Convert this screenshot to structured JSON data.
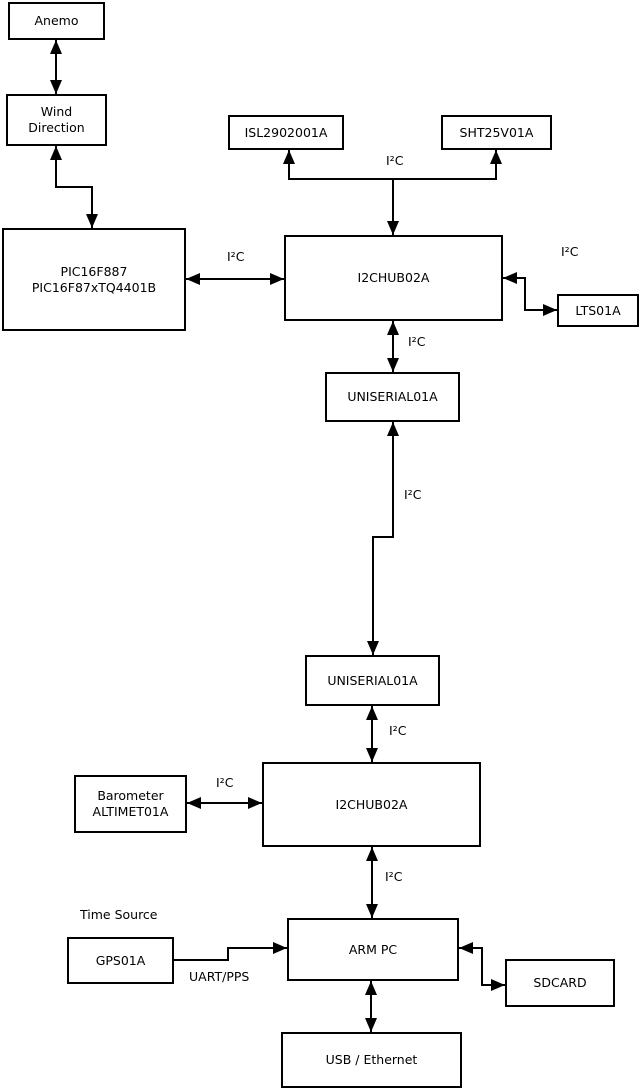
{
  "colors": {
    "background": "#ffffff",
    "line": "#000000",
    "box_fill": "#ffffff"
  },
  "nodes": {
    "anemo": {
      "label": "Anemo"
    },
    "wind_direction": {
      "label": "Wind\nDirection"
    },
    "pic": {
      "label": "PIC16F887\nPIC16F87xTQ4401B"
    },
    "isl": {
      "label": "ISL2902001A"
    },
    "sht": {
      "label": "SHT25V01A"
    },
    "i2chub_top": {
      "label": "I2CHUB02A"
    },
    "lts": {
      "label": "LTS01A"
    },
    "uniserial_top": {
      "label": "UNISERIAL01A"
    },
    "uniserial_bottom": {
      "label": "UNISERIAL01A"
    },
    "i2chub_bottom": {
      "label": "I2CHUB02A"
    },
    "barometer": {
      "label": "Barometer\nALTIMET01A"
    },
    "gps": {
      "label": "GPS01A"
    },
    "arm_pc": {
      "label": "ARM PC"
    },
    "sdcard": {
      "label": "SDCARD"
    },
    "usb_ethernet": {
      "label": "USB / Ethernet"
    }
  },
  "labels": {
    "i2c": "I²C",
    "time_source": "Time Source",
    "uart_pps": "UART/PPS"
  },
  "edges": [
    {
      "from": "anemo",
      "to": "wind_direction",
      "arrows": "both"
    },
    {
      "from": "wind_direction",
      "to": "pic",
      "arrows": "both"
    },
    {
      "from": "pic",
      "to": "i2chub_top",
      "arrows": "both",
      "label": "I²C"
    },
    {
      "from": "i2chub_top",
      "to": "isl",
      "arrows": "forward",
      "label": "I²C"
    },
    {
      "from": "i2chub_top",
      "to": "sht",
      "arrows": "forward",
      "label": "I²C"
    },
    {
      "from": "i2chub_top",
      "to": "lts",
      "arrows": "both",
      "label": "I²C"
    },
    {
      "from": "i2chub_top",
      "to": "uniserial_top",
      "arrows": "both",
      "label": "I²C"
    },
    {
      "from": "uniserial_top",
      "to": "uniserial_bottom",
      "arrows": "both",
      "label": "I²C"
    },
    {
      "from": "uniserial_bottom",
      "to": "i2chub_bottom",
      "arrows": "both",
      "label": "I²C"
    },
    {
      "from": "barometer",
      "to": "i2chub_bottom",
      "arrows": "both",
      "label": "I²C"
    },
    {
      "from": "i2chub_bottom",
      "to": "arm_pc",
      "arrows": "both",
      "label": "I²C"
    },
    {
      "from": "gps",
      "to": "arm_pc",
      "arrows": "forward",
      "label": "UART/PPS"
    },
    {
      "from": "arm_pc",
      "to": "sdcard",
      "arrows": "both"
    },
    {
      "from": "arm_pc",
      "to": "usb_ethernet",
      "arrows": "both"
    }
  ]
}
